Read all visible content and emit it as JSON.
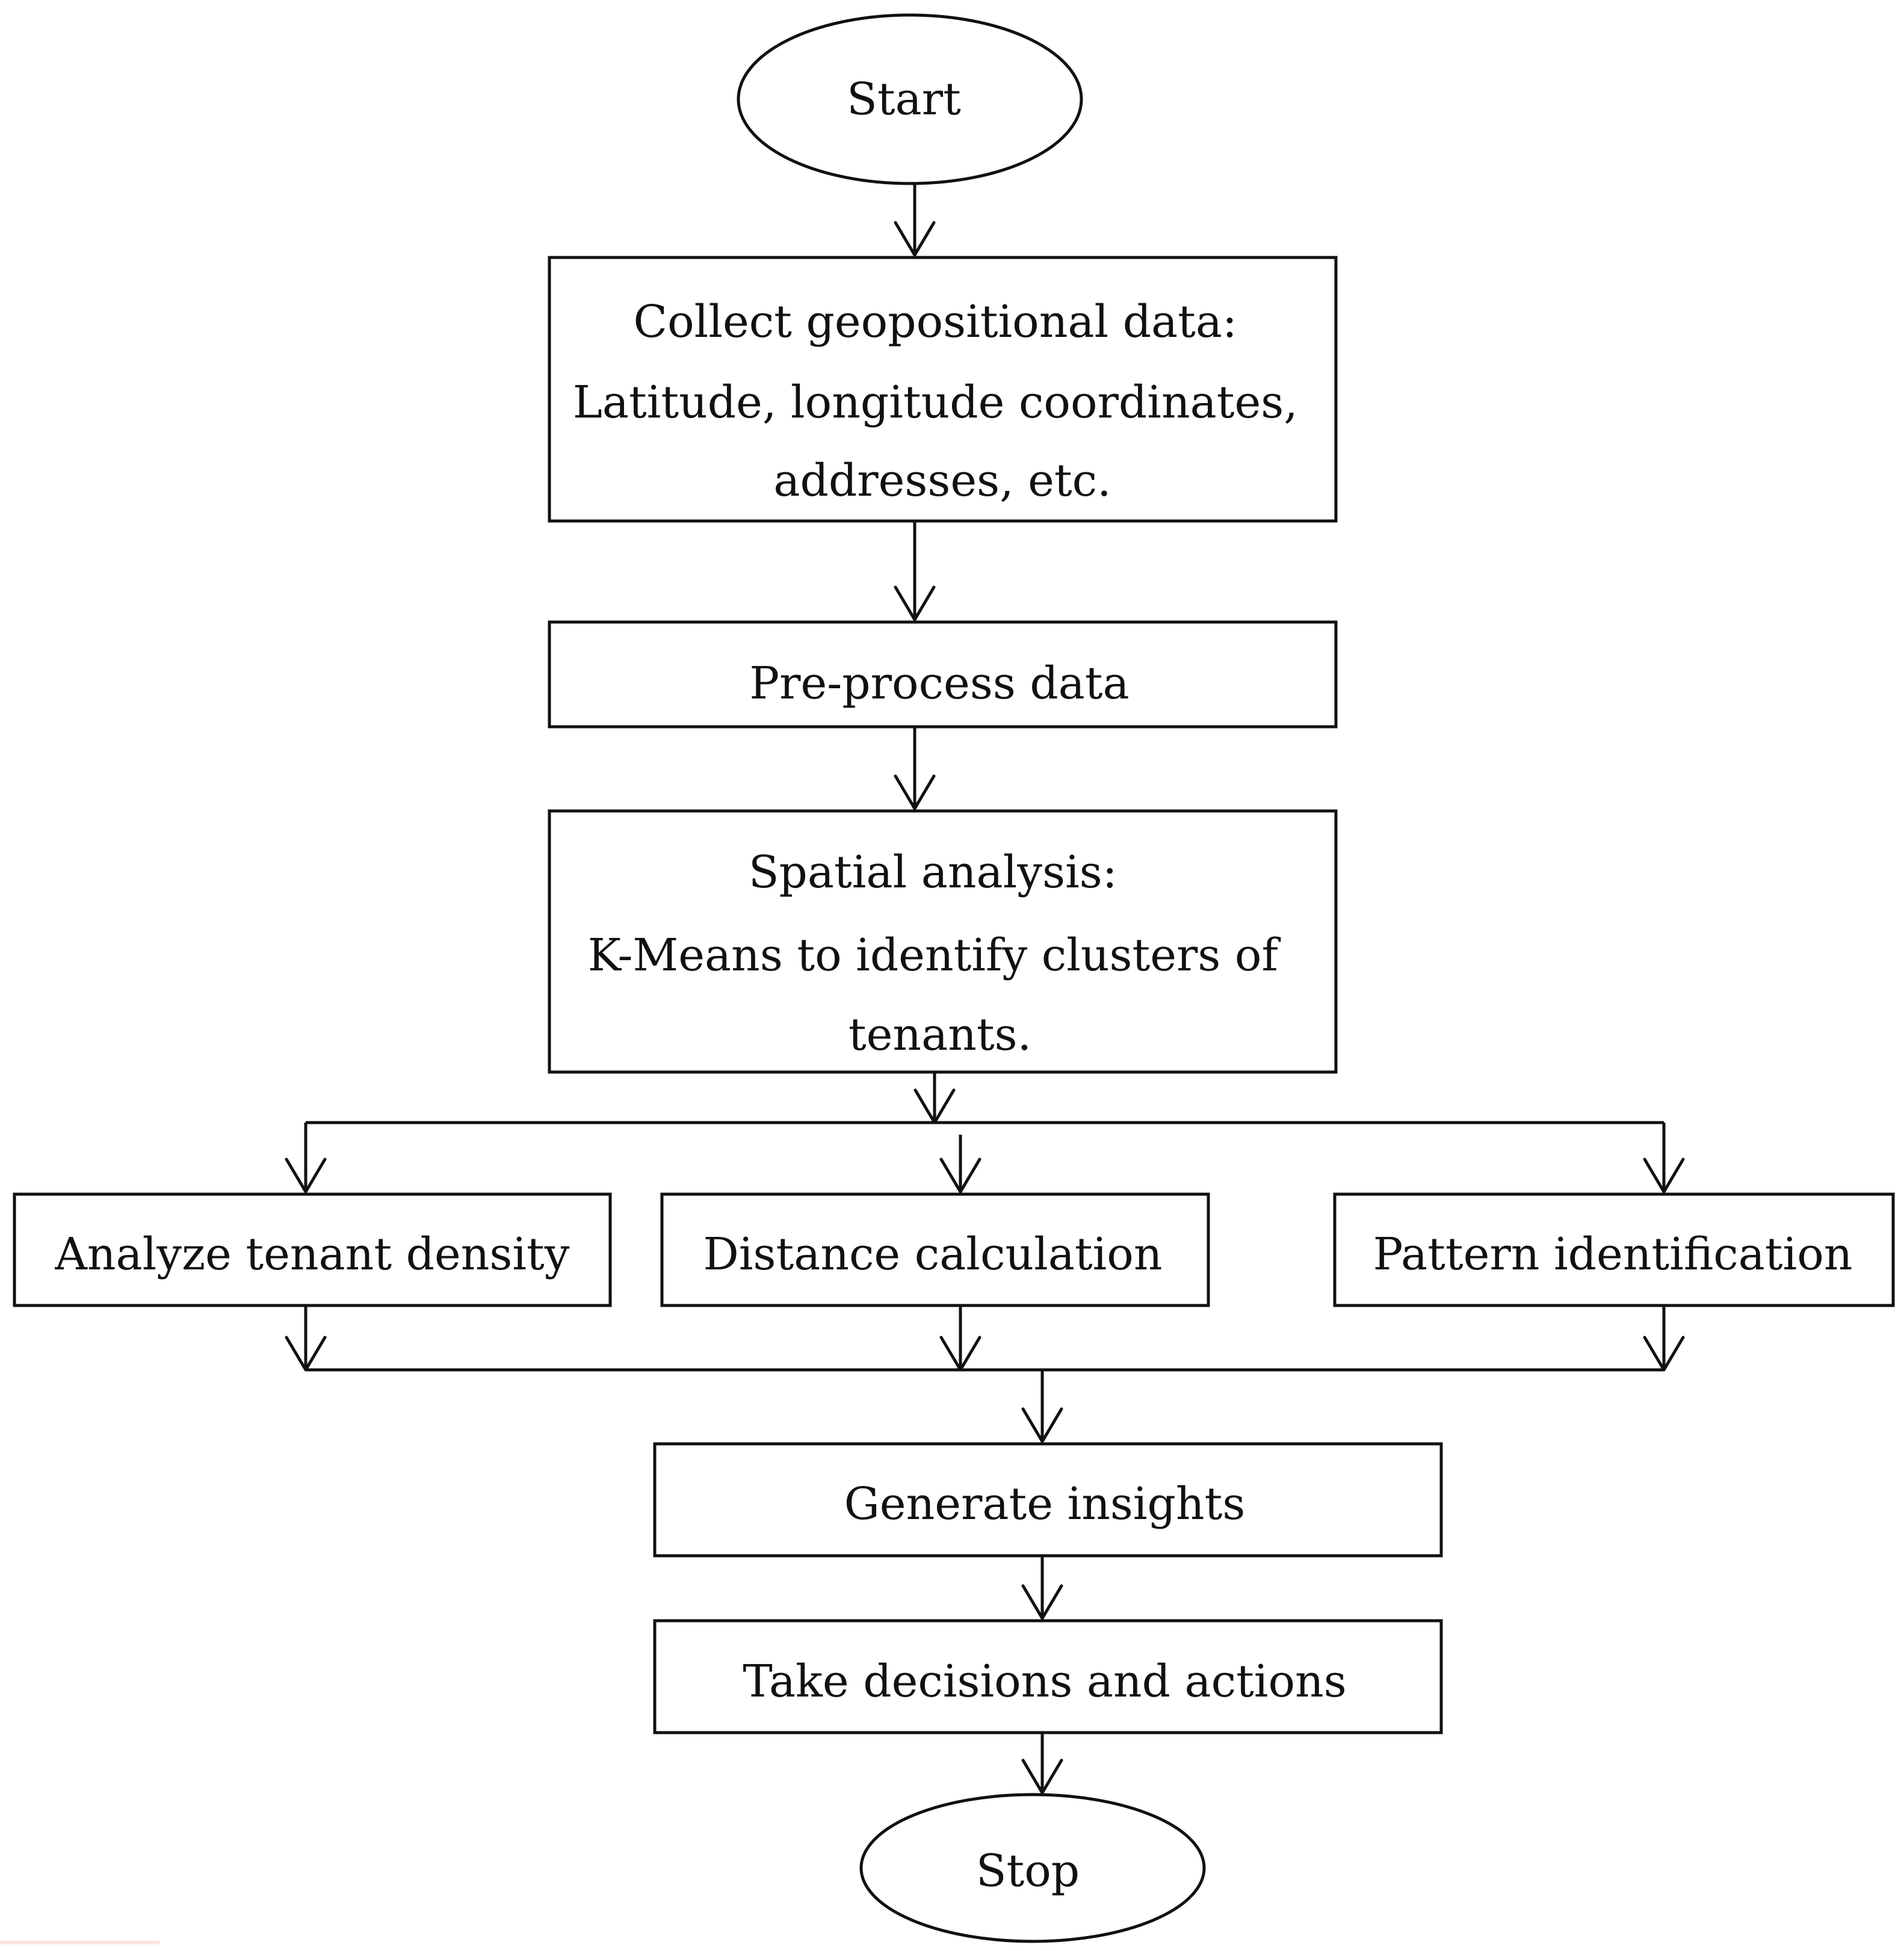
{
  "nodes": {
    "start": {
      "lines": [
        "Start"
      ]
    },
    "collect": {
      "lines": [
        "Collect geopositional data:",
        "Latitude, longitude coordinates,",
        "addresses, etc."
      ]
    },
    "preprocess": {
      "lines": [
        "Pre-process data"
      ]
    },
    "spatial": {
      "lines": [
        "Spatial analysis:",
        "K-Means to identify clusters of",
        "tenants."
      ]
    },
    "density": {
      "lines": [
        "Analyze tenant density"
      ]
    },
    "distance": {
      "lines": [
        "Distance calculation"
      ]
    },
    "pattern": {
      "lines": [
        "Pattern identification"
      ]
    },
    "insights": {
      "lines": [
        "Generate insights"
      ]
    },
    "decisions": {
      "lines": [
        "Take decisions and actions"
      ]
    },
    "stop": {
      "lines": [
        "Stop"
      ]
    }
  }
}
